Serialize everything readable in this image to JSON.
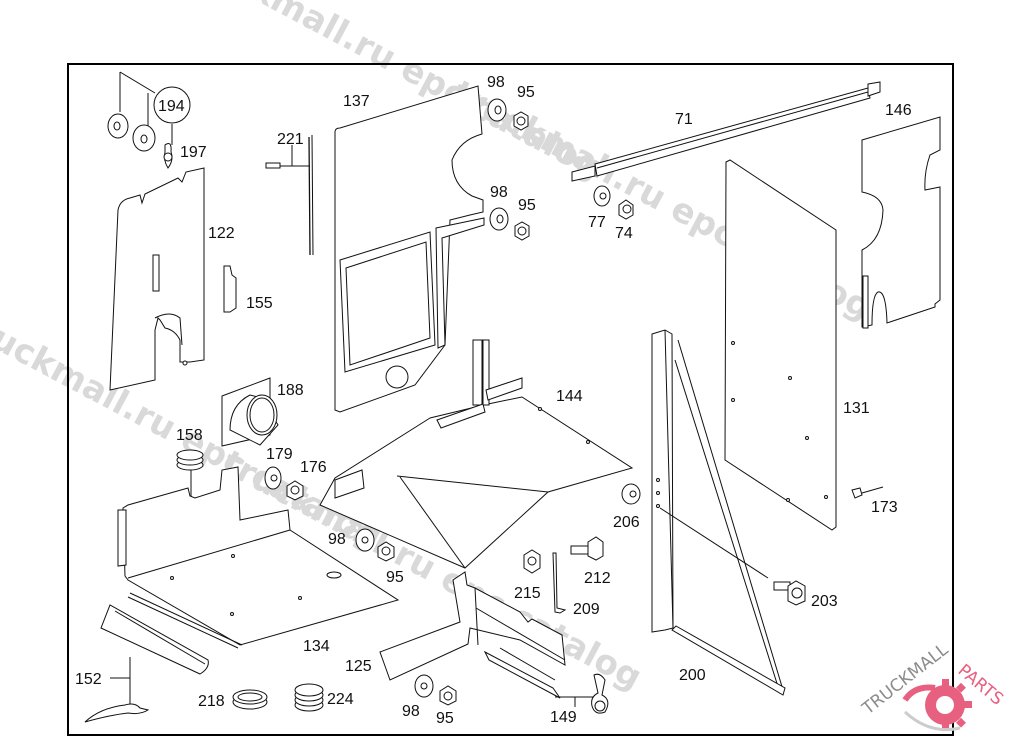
{
  "diagram": {
    "type": "exploded-parts-diagram",
    "watermarks": [
      "truckmall.ru epc catalog",
      "truckmall.ru epc catalog",
      "truckmall.ru epc catalog",
      "truckmall.ru epc catalog"
    ],
    "logo": {
      "text_gray": "TRUCKMALL",
      "text_pink": "PARTS",
      "accent_color": "#e8607f",
      "gray_color": "#8c8c8c"
    },
    "callouts": {
      "p194": "194",
      "p197": "197",
      "p122": "122",
      "p155": "155",
      "p221": "221",
      "p137": "137",
      "p98a": "98",
      "p95a": "95",
      "p98b": "98",
      "p95b": "95",
      "p71": "71",
      "p77": "77",
      "p74": "74",
      "p146": "146",
      "p188": "188",
      "p158": "158",
      "p179": "179",
      "p176": "176",
      "p144": "144",
      "p131": "131",
      "p173": "173",
      "p206": "206",
      "p98c": "98",
      "p95c": "95",
      "p215": "215",
      "p212": "212",
      "p209": "209",
      "p203": "203",
      "p134": "134",
      "p125": "125",
      "p152": "152",
      "p218": "218",
      "p224": "224",
      "p98d": "98",
      "p95d": "95",
      "p149": "149",
      "p200": "200"
    }
  }
}
